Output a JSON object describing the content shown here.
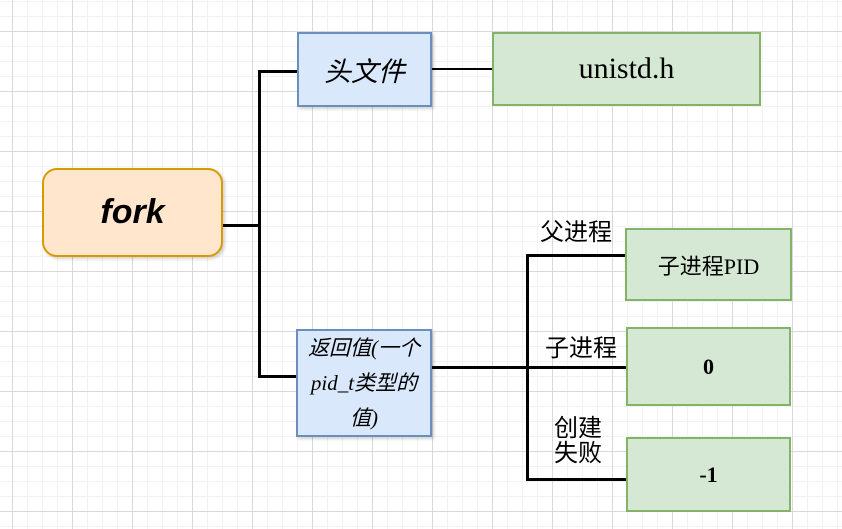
{
  "diagram": {
    "nodes": {
      "fork": {
        "label": "fork",
        "fill": "#ffe6cc",
        "border": "#d79b00"
      },
      "header_file": {
        "label": "头文件",
        "fill": "#dae8fc",
        "border": "#6c8ebf"
      },
      "unistd": {
        "label": "unistd.h",
        "fill": "#d5e8d4",
        "border": "#82b366"
      },
      "return_value": {
        "lines": [
          "返回值(一个",
          "pid_t类型的",
          "值)"
        ],
        "fill": "#dae8fc",
        "border": "#6c8ebf"
      },
      "child_pid": {
        "label": "子进程PID",
        "fill": "#d5e8d4",
        "border": "#82b366"
      },
      "zero": {
        "label": "0",
        "fill": "#d5e8d4",
        "border": "#82b366"
      },
      "minus_one": {
        "label": "-1",
        "fill": "#d5e8d4",
        "border": "#82b366"
      }
    },
    "edge_labels": {
      "parent_process": "父进程",
      "child_process": "子进程",
      "create_fail": {
        "lines": [
          "创建",
          "失败"
        ]
      }
    },
    "connector_color": "#000000",
    "grid": {
      "minor_color": "#f2f2f2",
      "major_color": "#d9d9d9"
    }
  }
}
